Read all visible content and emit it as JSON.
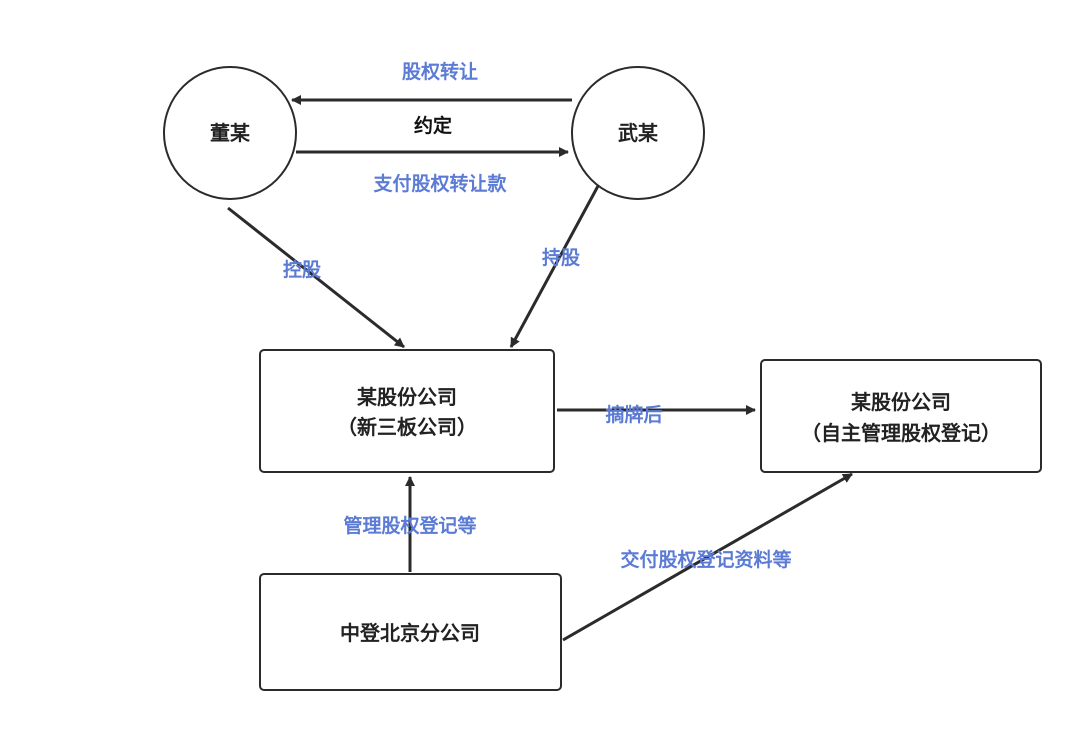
{
  "colors": {
    "label_blue": "#5b7bd5",
    "label_black": "#111111",
    "stroke": "#2b2b2b"
  },
  "nodes": {
    "dong": "董某",
    "wu": "武某",
    "company_neeq_line1": "某股份公司",
    "company_neeq_line2": "（新三板公司）",
    "company_self_line1": "某股份公司",
    "company_self_line2": "（自主管理股权登记）",
    "csdc_beijing": "中登北京分公司"
  },
  "edges": {
    "equity_transfer": "股权转让",
    "agreement": "约定",
    "pay_transfer_fee": "支付股权转让款",
    "control": "控股",
    "hold_shares": "持股",
    "after_delisting": "摘牌后",
    "manage_registration": "管理股权登记等",
    "deliver_registration_docs": "交付股权登记资料等"
  }
}
